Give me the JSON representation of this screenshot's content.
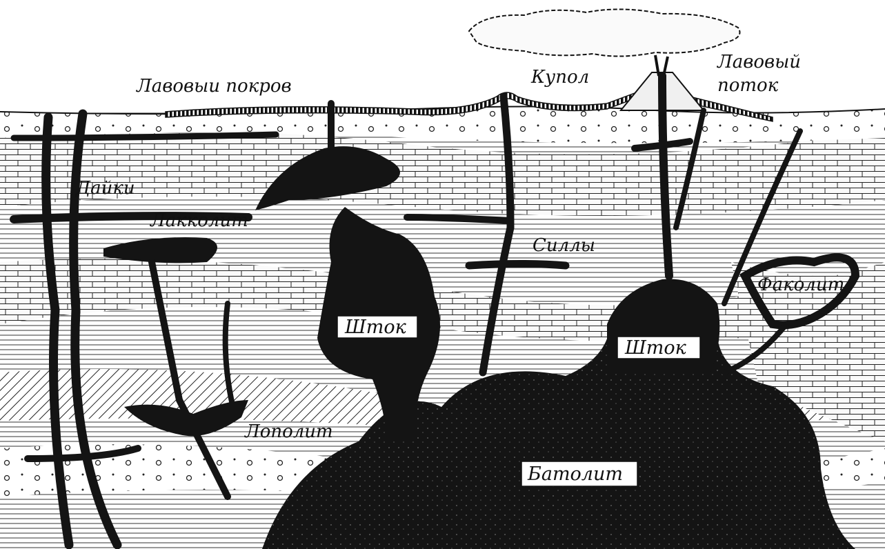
{
  "labels": {
    "lava_sheet": "Лавовыи покров",
    "dome": "Купол",
    "lava_flow": "Лавовый\nпоток",
    "dikes": "Дайки",
    "laccolith": "Лакколит",
    "sills": "Силлы",
    "phacolith": "Факолит",
    "stock_left": "Шток",
    "stock_right": "Шток",
    "lopolith": "Лополит",
    "batholith": "Батолит"
  },
  "colors": {
    "ink": "#111111",
    "paper": "#ffffff",
    "rock": "#f4f4f4",
    "intrusion": "#141414"
  }
}
